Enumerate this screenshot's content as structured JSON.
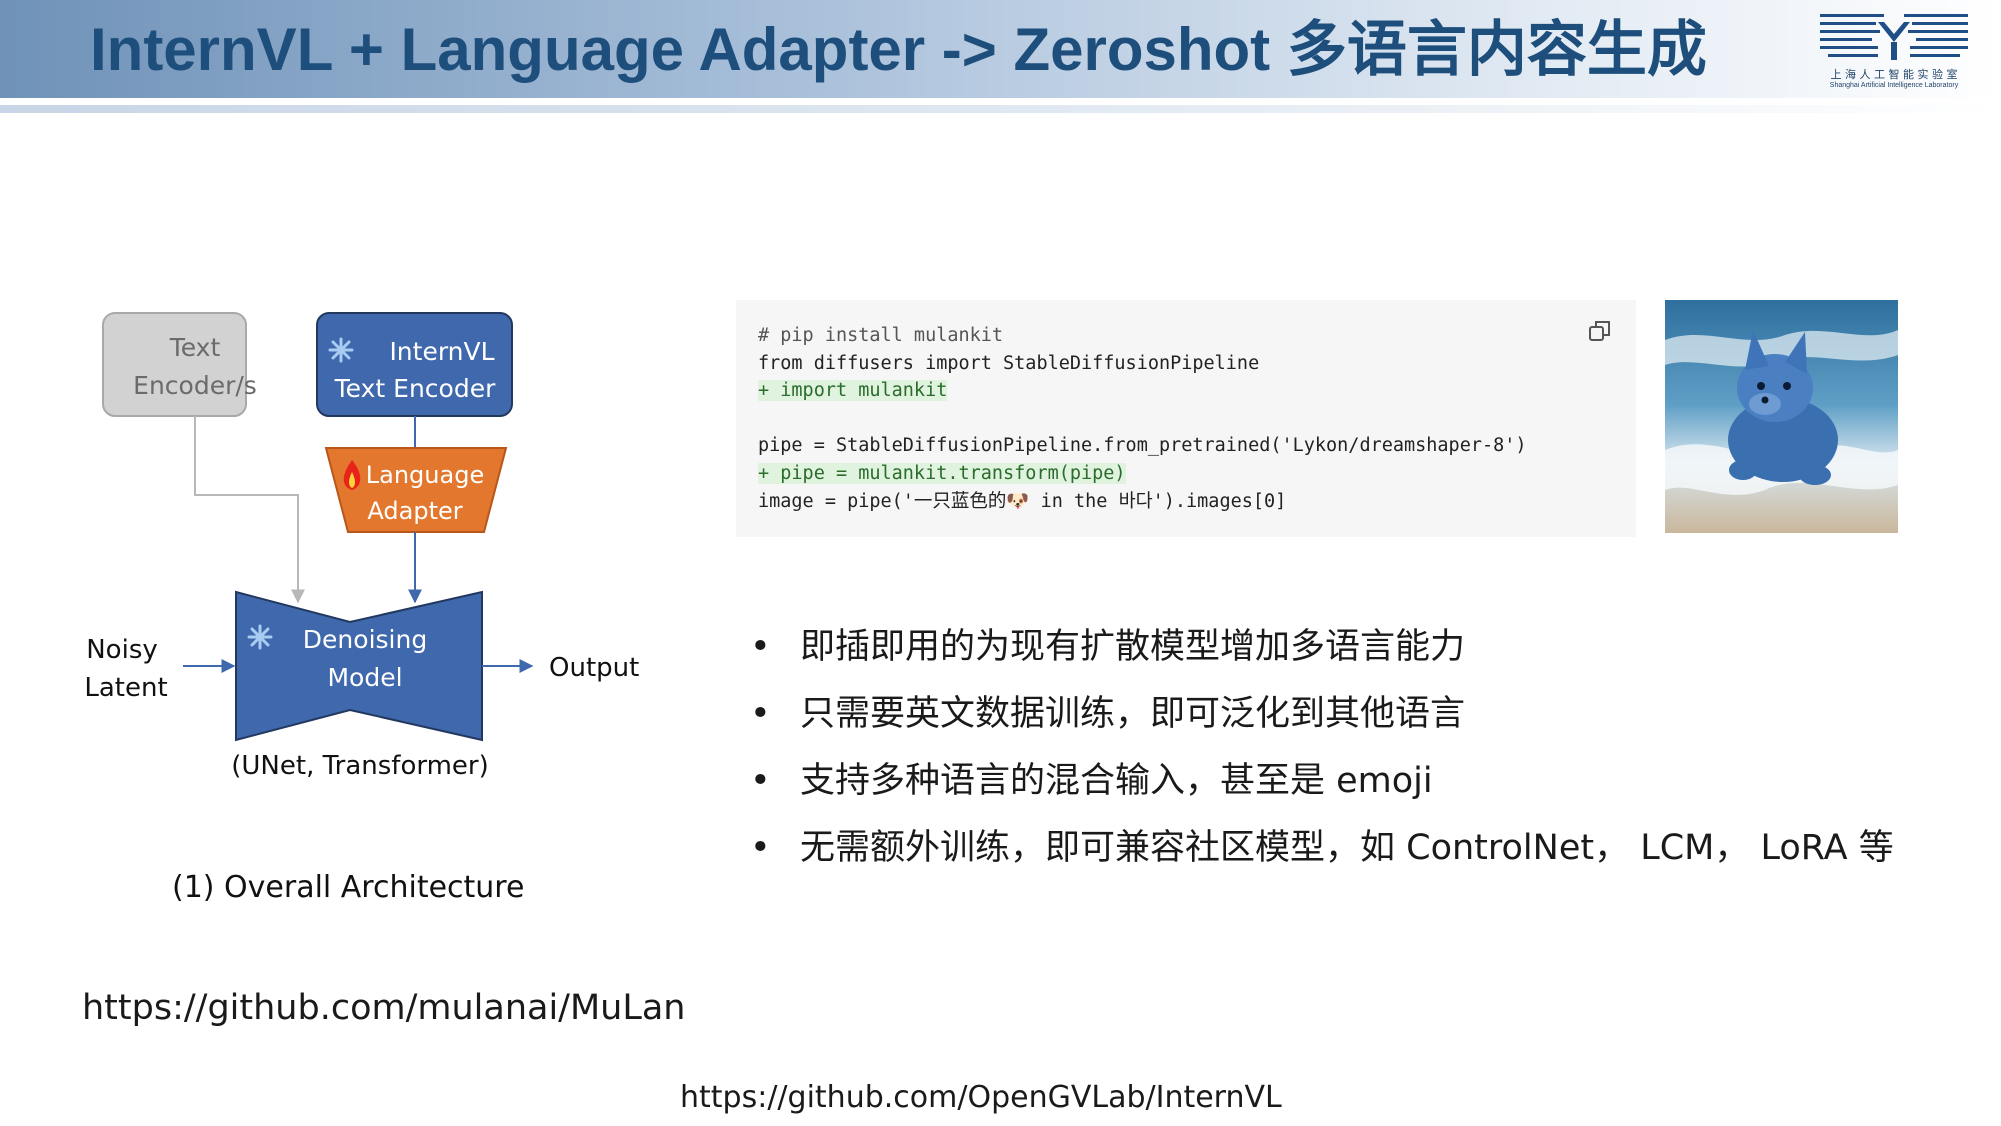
{
  "header": {
    "title": "InternVL + Language Adapter -> Zeroshot 多语言内容生成",
    "logo_cn": "上 海 人 工 智 能 实 验 室",
    "logo_en": "Shanghai Artificial Intelligence Laboratory"
  },
  "diagram": {
    "text_encoder": [
      "Text",
      "Encoder/s"
    ],
    "internvl_encoder": [
      "InternVL",
      "Text Encoder"
    ],
    "language_adapter": [
      "Language",
      "Adapter"
    ],
    "denoising_model": [
      "Denoising",
      "Model"
    ],
    "noisy_latent": [
      "Noisy",
      "Latent"
    ],
    "output": "Output",
    "model_types": "(UNet, Transformer)",
    "caption": "(1) Overall Architecture",
    "colors": {
      "blue": "#3f68ad",
      "gray": "#d2d2d2",
      "orange": "#e4772e"
    },
    "icons": [
      "snowflake-icon",
      "fire-icon"
    ]
  },
  "code": {
    "lines": [
      {
        "text": "# pip install mulankit",
        "kind": "comment"
      },
      {
        "text": "from diffusers import StableDiffusionPipeline",
        "kind": "normal"
      },
      {
        "text": "+ import mulankit",
        "kind": "add"
      },
      {
        "text": "",
        "kind": "normal"
      },
      {
        "text": "pipe = StableDiffusionPipeline.from_pretrained('Lykon/dreamshaper-8')",
        "kind": "normal"
      },
      {
        "text": "+ pipe = mulankit.transform(pipe)",
        "kind": "add"
      },
      {
        "text": "image = pipe('一只蓝色的🐶 in the 바다').images[0]",
        "kind": "normal"
      }
    ],
    "copy_icon": "copy-icon"
  },
  "bullets": [
    "即插即用的为现有扩散模型增加多语言能力",
    "只需要英文数据训练，即可泛化到其他语言",
    "支持多种语言的混合输入，甚至是 emoji",
    "无需额外训练，即可兼容社区模型，如 ControlNet， LCM， LoRA 等"
  ],
  "bullet_symbol": "•",
  "links": {
    "mulan": "https://github.com/mulanai/MuLan",
    "internvl": "https://github.com/OpenGVLab/InternVL"
  }
}
